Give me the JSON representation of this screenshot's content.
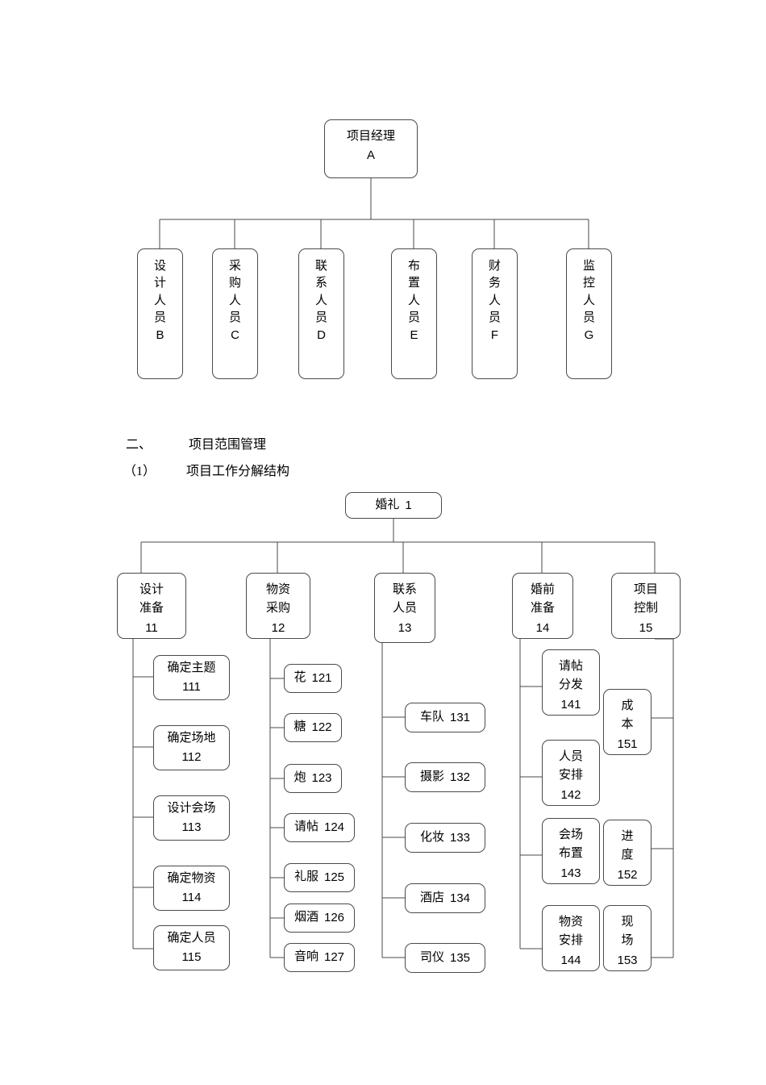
{
  "document": {
    "headings": [
      {
        "number": "二、",
        "text": "项目范围管理"
      },
      {
        "number": "（1）",
        "text": "项目工作分解结构"
      }
    ]
  },
  "org_chart": {
    "name": "project-organization-chart",
    "root": {
      "title": "项目经理",
      "code": "A"
    },
    "members": [
      {
        "title": "设计人员",
        "code": "B"
      },
      {
        "title": "采购人员",
        "code": "C"
      },
      {
        "title": "联系人员",
        "code": "D"
      },
      {
        "title": "布置人员",
        "code": "E"
      },
      {
        "title": "财务人员",
        "code": "F"
      },
      {
        "title": "监控人员",
        "code": "G"
      }
    ]
  },
  "wbs": {
    "name": "work-breakdown-structure",
    "root": {
      "title": "婚礼",
      "code": "1"
    },
    "branches": [
      {
        "title_line1": "设计",
        "title_line2": "准备",
        "code": "11",
        "children": [
          {
            "title": "确定主题",
            "code": "111"
          },
          {
            "title": "确定场地",
            "code": "112"
          },
          {
            "title": "设计会场",
            "code": "113"
          },
          {
            "title": "确定物资",
            "code": "114"
          },
          {
            "title": "确定人员",
            "code": "115"
          }
        ]
      },
      {
        "title_line1": "物资",
        "title_line2": "采购",
        "code": "12",
        "children": [
          {
            "title": "花",
            "code": "121"
          },
          {
            "title": "糖",
            "code": "122"
          },
          {
            "title": "炮",
            "code": "123"
          },
          {
            "title": "请帖",
            "code": "124"
          },
          {
            "title": "礼服",
            "code": "125"
          },
          {
            "title": "烟酒",
            "code": "126"
          },
          {
            "title": "音响",
            "code": "127"
          }
        ]
      },
      {
        "title_line1": "联系",
        "title_line2": "人员",
        "code": "13",
        "children": [
          {
            "title": "车队",
            "code": "131"
          },
          {
            "title": "摄影",
            "code": "132"
          },
          {
            "title": "化妆",
            "code": "133"
          },
          {
            "title": "酒店",
            "code": "134"
          },
          {
            "title": "司仪",
            "code": "135"
          }
        ]
      },
      {
        "title_line1": "婚前",
        "title_line2": "准备",
        "code": "14",
        "children": [
          {
            "title_line1": "请帖",
            "title_line2": "分发",
            "code": "141"
          },
          {
            "title_line1": "人员",
            "title_line2": "安排",
            "code": "142"
          },
          {
            "title_line1": "会场",
            "title_line2": "布置",
            "code": "143"
          },
          {
            "title_line1": "物资",
            "title_line2": "安排",
            "code": "144"
          }
        ]
      },
      {
        "title_line1": "项目",
        "title_line2": "控制",
        "code": "15",
        "children": [
          {
            "title_line1": "成",
            "title_line2": "本",
            "code": "151"
          },
          {
            "title_line1": "进",
            "title_line2": "度",
            "code": "152"
          },
          {
            "title_line1": "现",
            "title_line2": "场",
            "code": "153"
          }
        ]
      }
    ]
  },
  "style": {
    "border_color": "#4a4a4a",
    "text_color": "#000000",
    "background": "#ffffff"
  }
}
